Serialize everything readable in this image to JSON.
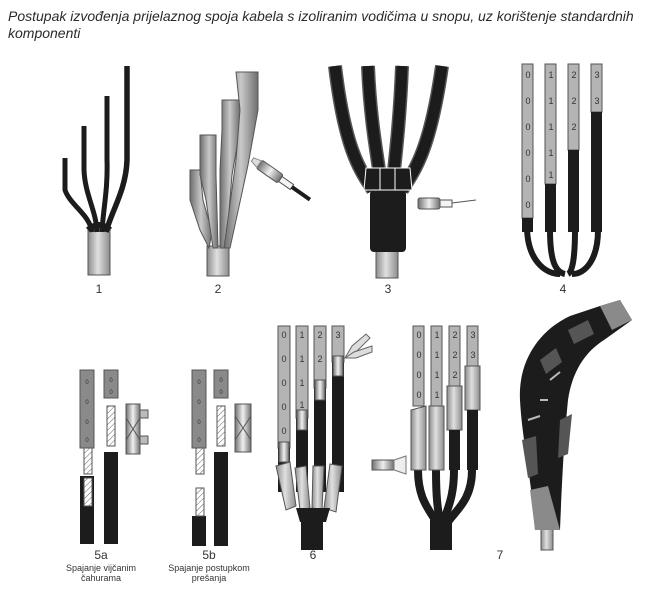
{
  "title": "Postupak izvođenja prijelaznog spoja kabela s izoliranim vodičima u snopu, uz korištenje standardnih komponenti",
  "steps": {
    "s1": "1",
    "s2": "2",
    "s3": "3",
    "s4": "4",
    "s5a": "5a",
    "s5b": "5b",
    "s6": "6",
    "s7": "7"
  },
  "captions": {
    "c5a_line1": "Spajanje vijčanim",
    "c5a_line2": "čahurama",
    "c5b_line1": "Spajanje postupkom",
    "c5b_line2": "prešanja"
  },
  "markings": {
    "m0": "0",
    "m1": "1",
    "m2": "2",
    "m3": "3"
  },
  "colors": {
    "cable_black": "#1c1c1c",
    "insulation_gray": "#b4b4b4",
    "sleeve_gray": "#8a8a8a",
    "tube_gray": "#9a9a9a"
  }
}
